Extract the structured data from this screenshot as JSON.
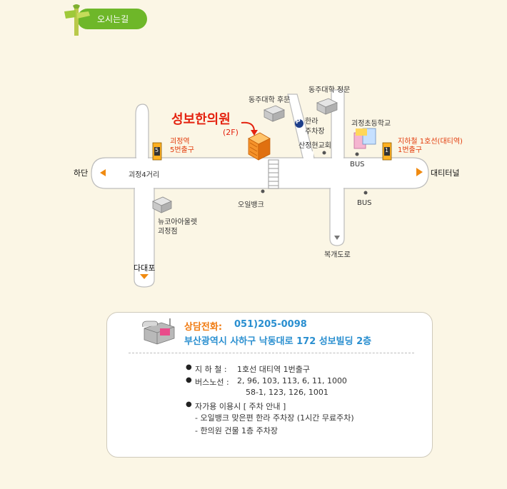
{
  "header": {
    "title": "오시는길"
  },
  "map": {
    "clinic_name": "성보한의원",
    "clinic_floor": "(2F)",
    "labels": {
      "dongju_back": "동주대학 후문",
      "dongju_main": "동주대학 정문",
      "halla_parking_1": "한라",
      "halla_parking_2": "주차장",
      "church": "산정현교회",
      "school": "괴정초등학교",
      "subway_right_1": "지하철 1호선(대티역)",
      "subway_right_2": "1번출구",
      "subway_left_1": "괴정역",
      "subway_left_2": "5번출구",
      "hadan": "하단",
      "crossroad": "괴정4거리",
      "daeti_tunnel": "대티터널",
      "bus_top": "BUS",
      "bus_bottom": "BUS",
      "oil_bank": "오일뱅크",
      "newcore_1": "뉴코아아울렛",
      "newcore_2": "괴정점",
      "bokgae_road": "복개도로",
      "dadaepo": "다대포",
      "parking_p": "P",
      "exit_num_left": "5",
      "exit_num_right": "1"
    }
  },
  "info": {
    "phone_label": "상담전화:",
    "phone_number": "051)205-0098",
    "address": "부산광역시 사하구 낙동대로 172 성보빌딩 2층",
    "subway_label": "지 하 철 :",
    "subway_value": "1호선 대티역 1번출구",
    "bus_label": "버스노선 :",
    "bus_line_1": "2, 96, 103, 113, 6, 11, 1000",
    "bus_line_2": "58-1, 123, 126, 1001",
    "car_label": "자가용 이용시 [ 주차 안내 ]",
    "car_line_1": "- 오일뱅크 맞은편 한라 주차장 (1시간 무료주차)",
    "car_line_2": "- 한의원 건물 1층 주차장"
  },
  "colors": {
    "header_green": "#6eb729",
    "clinic_red": "#e4220f",
    "phone_orange": "#f07a10",
    "address_blue": "#2a8fd0",
    "arrow_orange": "#f08a10"
  }
}
